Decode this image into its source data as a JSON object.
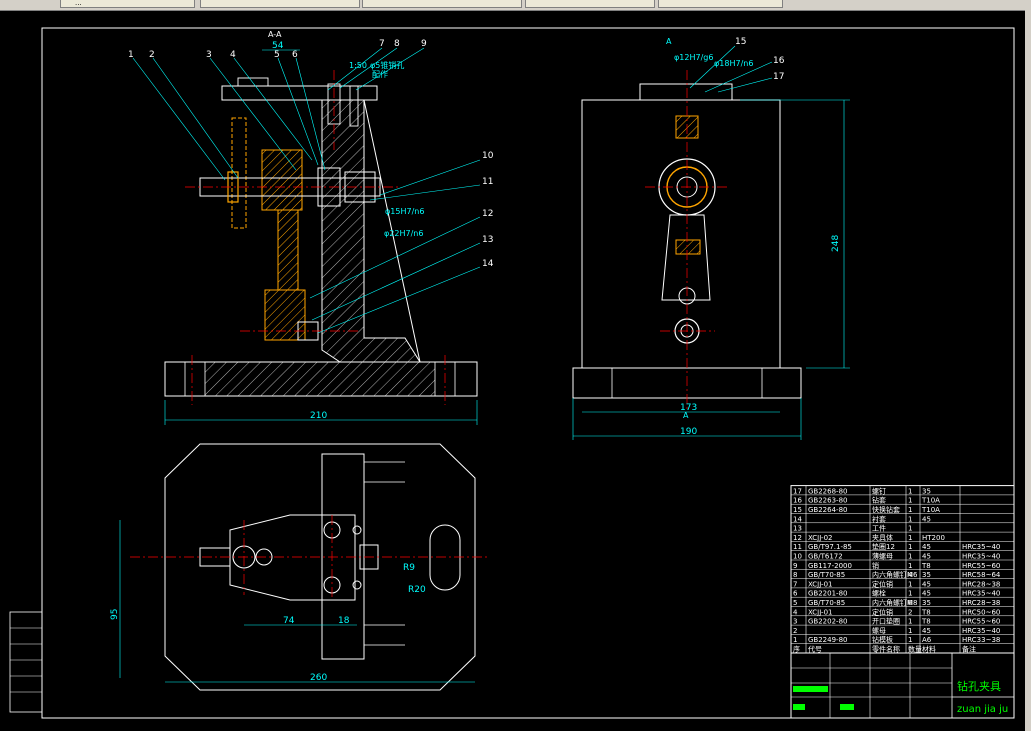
{
  "tabs": [
    {
      "label": "..."
    },
    {
      "label": ""
    },
    {
      "label": ""
    },
    {
      "label": ""
    },
    {
      "label": ""
    }
  ],
  "colors": {
    "background": "#000000",
    "outline": "#ffffff",
    "dimension": "#00ffff",
    "centerline": "#ff0000",
    "hatch": "#ffa500",
    "green": "#00ff00"
  },
  "front_view": {
    "section_label": "A-A",
    "dims": {
      "width_top": "54",
      "base": "210",
      "fit1": "φ15H7/n6",
      "fit2": "φ22H7/n6",
      "taper": "1:50",
      "pin_hole": "φ5锥销孔",
      "pin_hole_2": "配作"
    },
    "callouts": [
      "1",
      "2",
      "3",
      "4",
      "5",
      "6",
      "7",
      "8",
      "9",
      "10",
      "11",
      "12",
      "13",
      "14"
    ]
  },
  "side_view": {
    "section_mark": "A",
    "dims": {
      "height": "248",
      "inner": "173",
      "outer": "190",
      "fit1": "φ12H7/g6",
      "fit2": "φ18H7/n6"
    },
    "callouts": [
      "15",
      "16",
      "17"
    ]
  },
  "top_view": {
    "dims": {
      "width": "260",
      "height": "95",
      "d74": "74",
      "d18": "18",
      "r9": "R9",
      "r20": "R20"
    }
  },
  "bom": {
    "rows": [
      {
        "no": "17",
        "code": "GB2268-80",
        "name": "螺钉",
        "qty": "1",
        "mat": "35",
        "note": ""
      },
      {
        "no": "16",
        "code": "GB2263-80",
        "name": "钻套",
        "qty": "1",
        "mat": "T10A",
        "note": ""
      },
      {
        "no": "15",
        "code": "GB2264-80",
        "name": "快换钻套",
        "qty": "1",
        "mat": "T10A",
        "note": ""
      },
      {
        "no": "14",
        "code": "",
        "name": "衬套",
        "qty": "1",
        "mat": "45",
        "note": ""
      },
      {
        "no": "13",
        "code": "",
        "name": "工件",
        "qty": "1",
        "mat": "",
        "note": ""
      },
      {
        "no": "12",
        "code": "XCJJ-02",
        "name": "夹具体",
        "qty": "1",
        "mat": "HT200",
        "note": ""
      },
      {
        "no": "11",
        "code": "GB/T97.1-85",
        "name": "垫圈12",
        "qty": "1",
        "mat": "45",
        "note": "HRC35~40"
      },
      {
        "no": "10",
        "code": "GB/T6172",
        "name": "薄螺母",
        "qty": "1",
        "mat": "45",
        "note": "HRC35~40"
      },
      {
        "no": "9",
        "code": "GB117-2000",
        "name": "销",
        "qty": "1",
        "mat": "T8",
        "note": "HRC55~60"
      },
      {
        "no": "8",
        "code": "GB/T70-85",
        "name": "内六角螺钉M6",
        "qty": "4",
        "mat": "35",
        "note": "HRC58~64"
      },
      {
        "no": "7",
        "code": "XCJJ-01",
        "name": "定位销",
        "qty": "1",
        "mat": "45",
        "note": "HRC28~38"
      },
      {
        "no": "6",
        "code": "GB2201-80",
        "name": "螺栓",
        "qty": "1",
        "mat": "45",
        "note": "HRC35~40"
      },
      {
        "no": "5",
        "code": "GB/T70-85",
        "name": "内六角螺钉M8",
        "qty": "6",
        "mat": "35",
        "note": "HRC28~38"
      },
      {
        "no": "4",
        "code": "XCJJ-01",
        "name": "定位销",
        "qty": "2",
        "mat": "T8",
        "note": "HRC50~60"
      },
      {
        "no": "3",
        "code": "GB2202-80",
        "name": "开口垫圈",
        "qty": "1",
        "mat": "T8",
        "note": "HRC55~60"
      },
      {
        "no": "2",
        "code": "",
        "name": "螺母",
        "qty": "1",
        "mat": "45",
        "note": "HRC35~40"
      },
      {
        "no": "1",
        "code": "GB2249-80",
        "name": "钻模板",
        "qty": "1",
        "mat": "A6",
        "note": "HRC33~38"
      }
    ],
    "header": {
      "no": "序",
      "code": "代号",
      "name": "零件名称",
      "qty": "数量",
      "mat": "材料",
      "note": "备注"
    }
  },
  "title_block": {
    "title": "钻孔夹具",
    "pinyin": "zuan jia ju"
  },
  "side_strip": [
    "",
    "",
    "",
    "",
    "",
    ""
  ]
}
